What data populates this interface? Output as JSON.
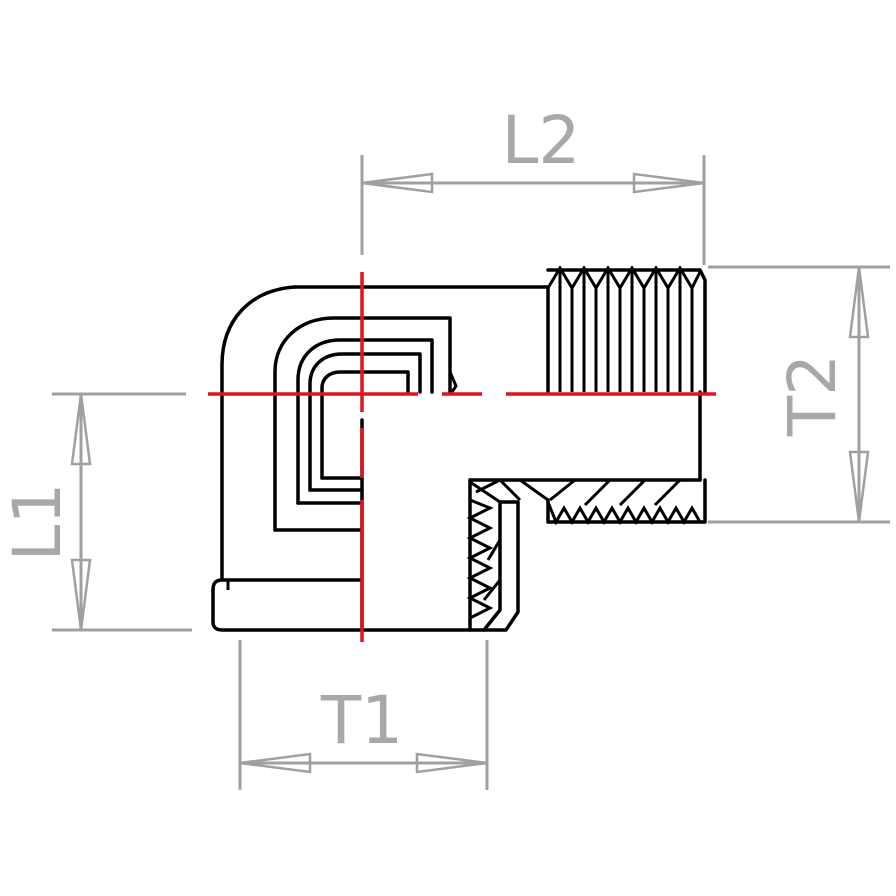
{
  "dimensions": {
    "l1": "L1",
    "l2": "L2",
    "t1": "T1",
    "t2": "T2"
  },
  "colors": {
    "outline": "#000000",
    "dimension": "#a0a0a0",
    "centerline": "#e0141e",
    "background": "#ffffff"
  }
}
